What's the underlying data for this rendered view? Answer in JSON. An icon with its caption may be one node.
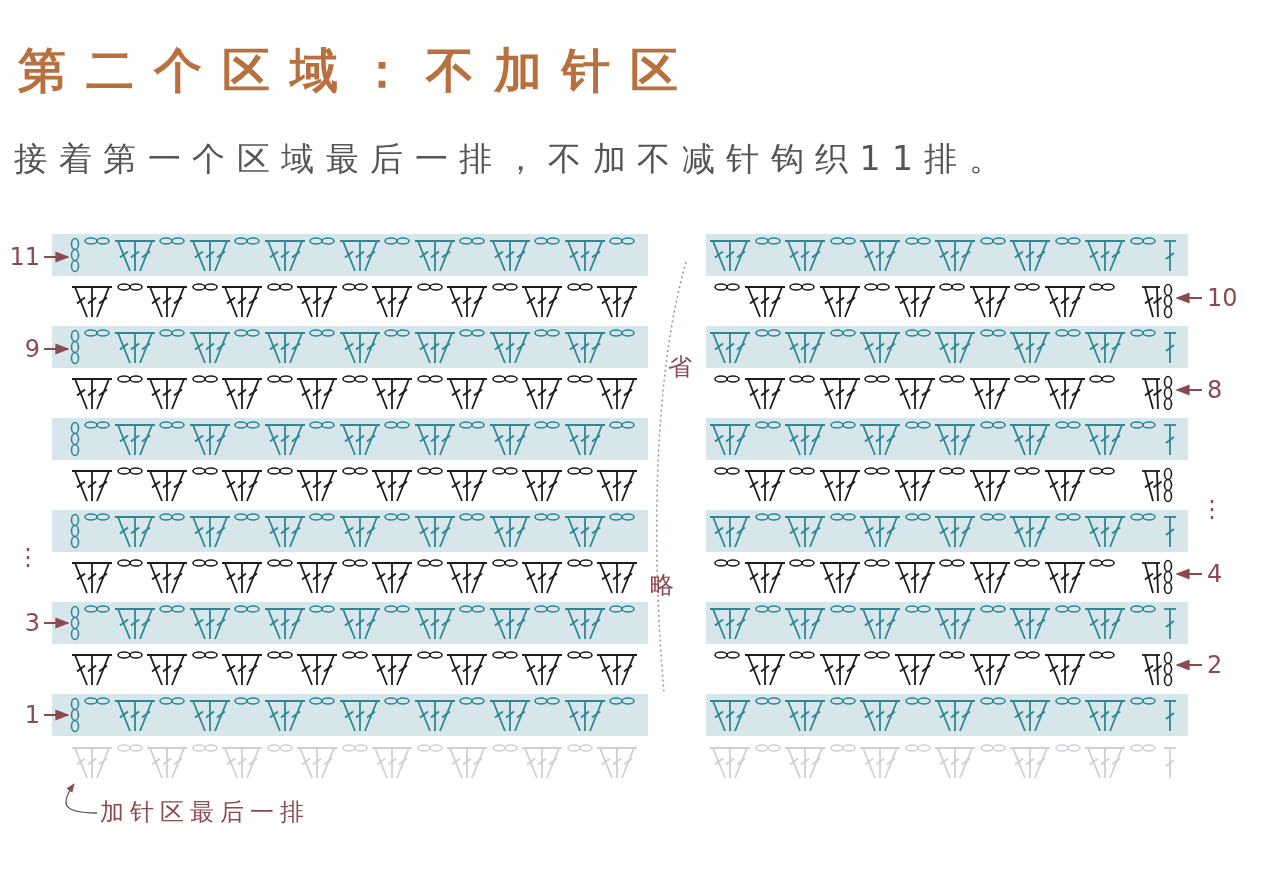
{
  "diagram": {
    "title": "第二个区域：不加针区",
    "nodes": [
      {
        "text": [
          "加针区最后一排"
        ]
      },
      {
        "text": [],
        "shape": "picture"
      }
    ],
    "edges": [
      {
        "from": 0,
        "to": 1,
        "arrow": "to"
      }
    ],
    "labels": [
      "接着第一个区域最后一排，不加不减针钩织11排。",
      "11",
      "9",
      "⋮",
      "3",
      "1",
      "省",
      "略",
      "10",
      "8",
      "⋮",
      "4",
      "2"
    ]
  }
}
